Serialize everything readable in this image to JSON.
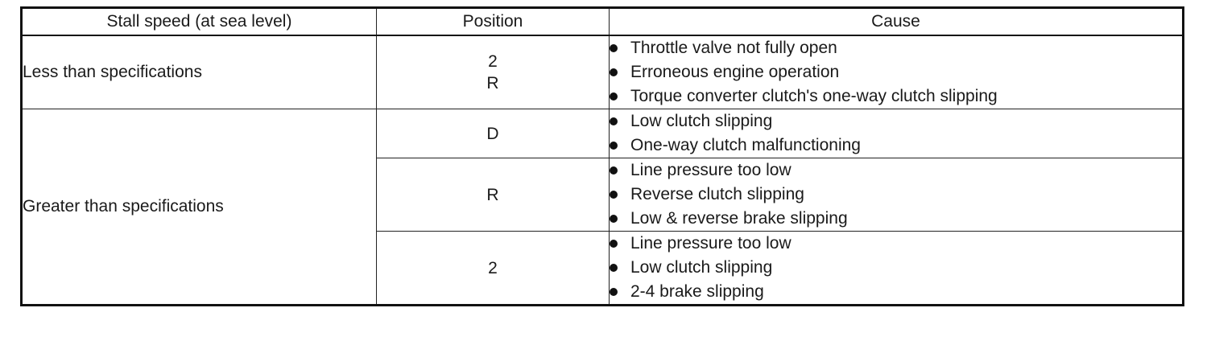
{
  "headers": {
    "stall_speed": "Stall speed (at sea level)",
    "position": "Position",
    "cause": "Cause"
  },
  "rows": [
    {
      "stall_speed": "Less than specifications",
      "groups": [
        {
          "positions": [
            "2",
            "R"
          ],
          "causes": [
            "Throttle valve not fully open",
            "Erroneous engine operation",
            "Torque converter clutch's one-way clutch slipping"
          ]
        }
      ]
    },
    {
      "stall_speed": "Greater than specifications",
      "groups": [
        {
          "positions": [
            "D"
          ],
          "causes": [
            "Low clutch slipping",
            "One-way clutch malfunctioning"
          ]
        },
        {
          "positions": [
            "R"
          ],
          "causes": [
            "Line pressure too low",
            "Reverse clutch slipping",
            "Low & reverse brake slipping"
          ]
        },
        {
          "positions": [
            "2"
          ],
          "causes": [
            "Line pressure too low",
            "Low clutch slipping",
            "2-4 brake slipping"
          ]
        }
      ]
    }
  ]
}
